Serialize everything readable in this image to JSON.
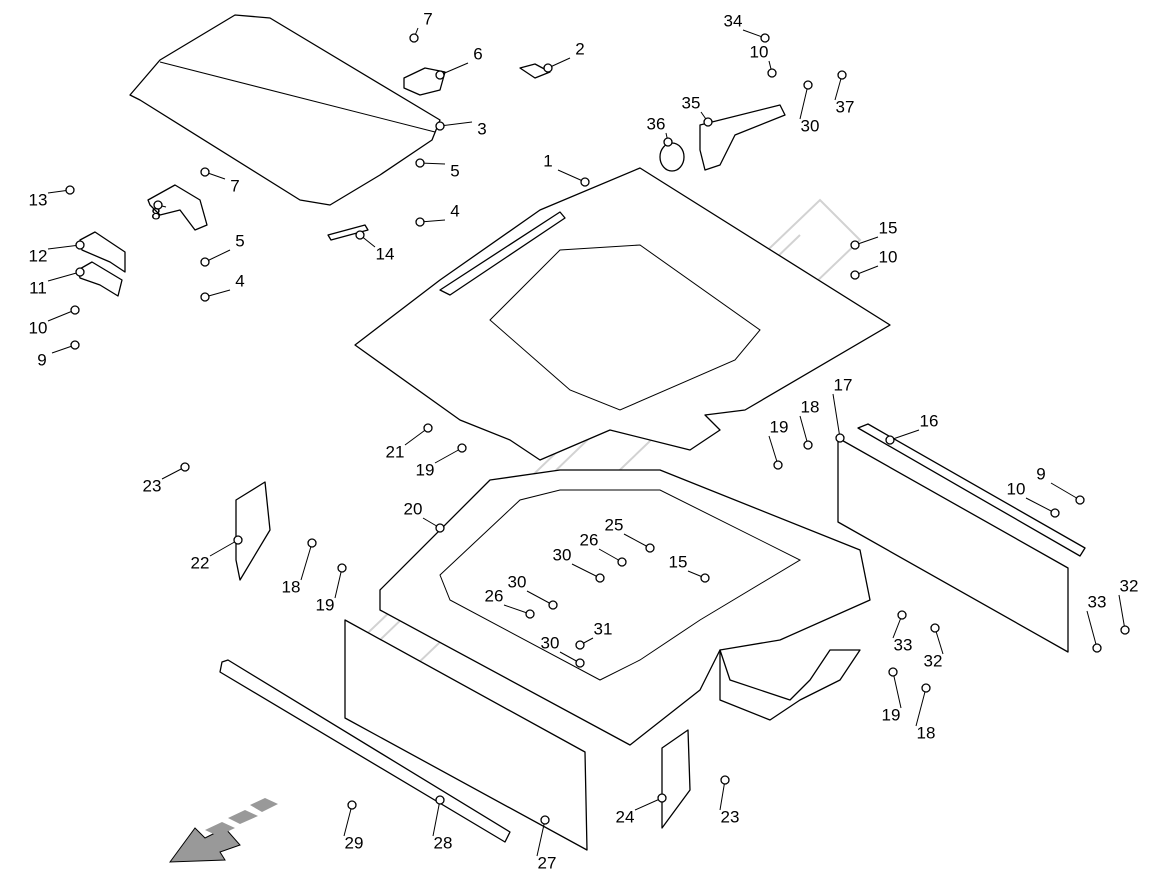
{
  "diagram": {
    "callouts": [
      "7",
      "6",
      "2",
      "34",
      "10",
      "37",
      "35",
      "36",
      "30",
      "3",
      "1",
      "13",
      "7",
      "5",
      "4",
      "8",
      "5",
      "14",
      "15",
      "10",
      "12",
      "11",
      "4",
      "10",
      "9",
      "17",
      "18",
      "16",
      "19",
      "21",
      "19",
      "23",
      "9",
      "10",
      "20",
      "25",
      "26",
      "30",
      "15",
      "22",
      "18",
      "19",
      "30",
      "26",
      "33",
      "32",
      "31",
      "30",
      "33",
      "32",
      "19",
      "18",
      "24",
      "23",
      "29",
      "28",
      "27"
    ],
    "direction_arrow_icon": "front-direction-arrow-icon"
  }
}
